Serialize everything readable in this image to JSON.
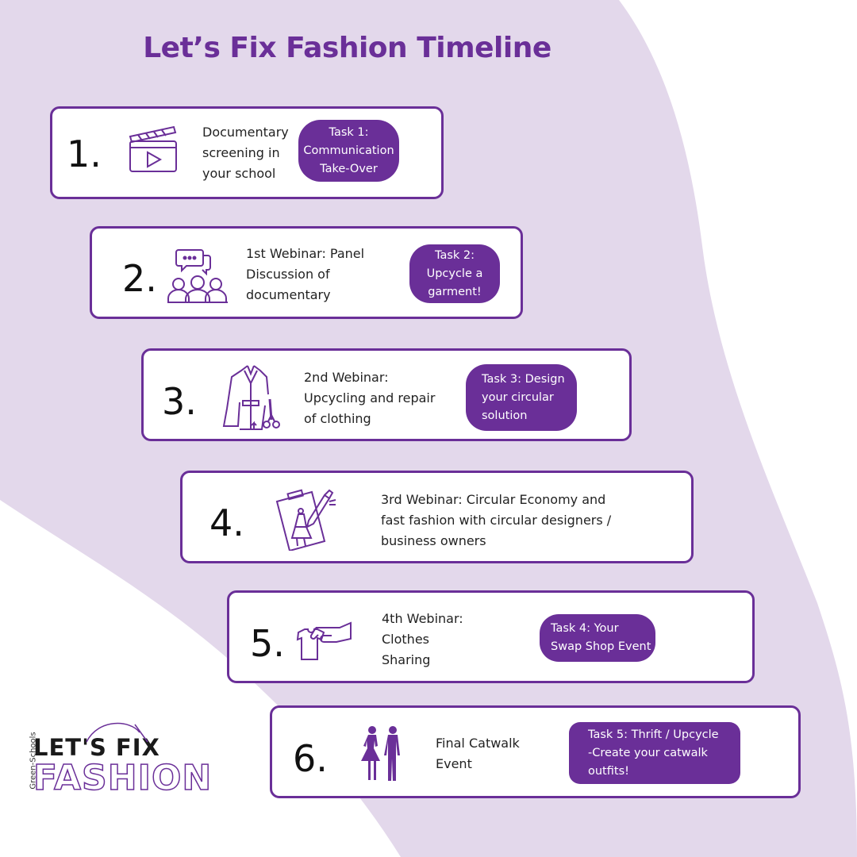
{
  "title": "Let’s Fix Fashion Timeline",
  "colors": {
    "accent": "#6a2f98",
    "background_band": "#e3d8eb"
  },
  "steps": [
    {
      "number": "1.",
      "icon": "clapperboard-icon",
      "lines": [
        "Documentary",
        "screening in",
        "your school"
      ],
      "task": [
        "Task 1:",
        "Communication",
        "Take-Over"
      ]
    },
    {
      "number": "2.",
      "icon": "panel-discussion-icon",
      "lines": [
        "1st Webinar: Panel",
        "Discussion of",
        "documentary"
      ],
      "task": [
        "Task 2:",
        "Upcycle a",
        "garment!"
      ]
    },
    {
      "number": "3.",
      "icon": "coat-scissors-icon",
      "lines": [
        "2nd Webinar:",
        "Upcycling and repair",
        "of clothing"
      ],
      "task": [
        "Task 3: Design",
        "your circular",
        "solution"
      ]
    },
    {
      "number": "4.",
      "icon": "fashion-sketch-icon",
      "lines": [
        "3rd Webinar: Circular Economy and",
        "fast fashion with circular designers /",
        "business owners"
      ],
      "task": []
    },
    {
      "number": "5.",
      "icon": "hand-shirt-icon",
      "lines": [
        "4th Webinar:",
        "Clothes",
        "Sharing"
      ],
      "task": [
        "Task 4: Your",
        "Swap Shop Event"
      ]
    },
    {
      "number": "6.",
      "icon": "catwalk-models-icon",
      "lines": [
        "Final Catwalk",
        "Event"
      ],
      "task": [
        "Task 5: Thrift / Upcycle",
        "-Create your catwalk",
        "outfits!"
      ]
    }
  ],
  "logo": {
    "side_text": "Green-Schools",
    "top_text": "LET'S FIX",
    "bottom_text": "FASHION"
  }
}
